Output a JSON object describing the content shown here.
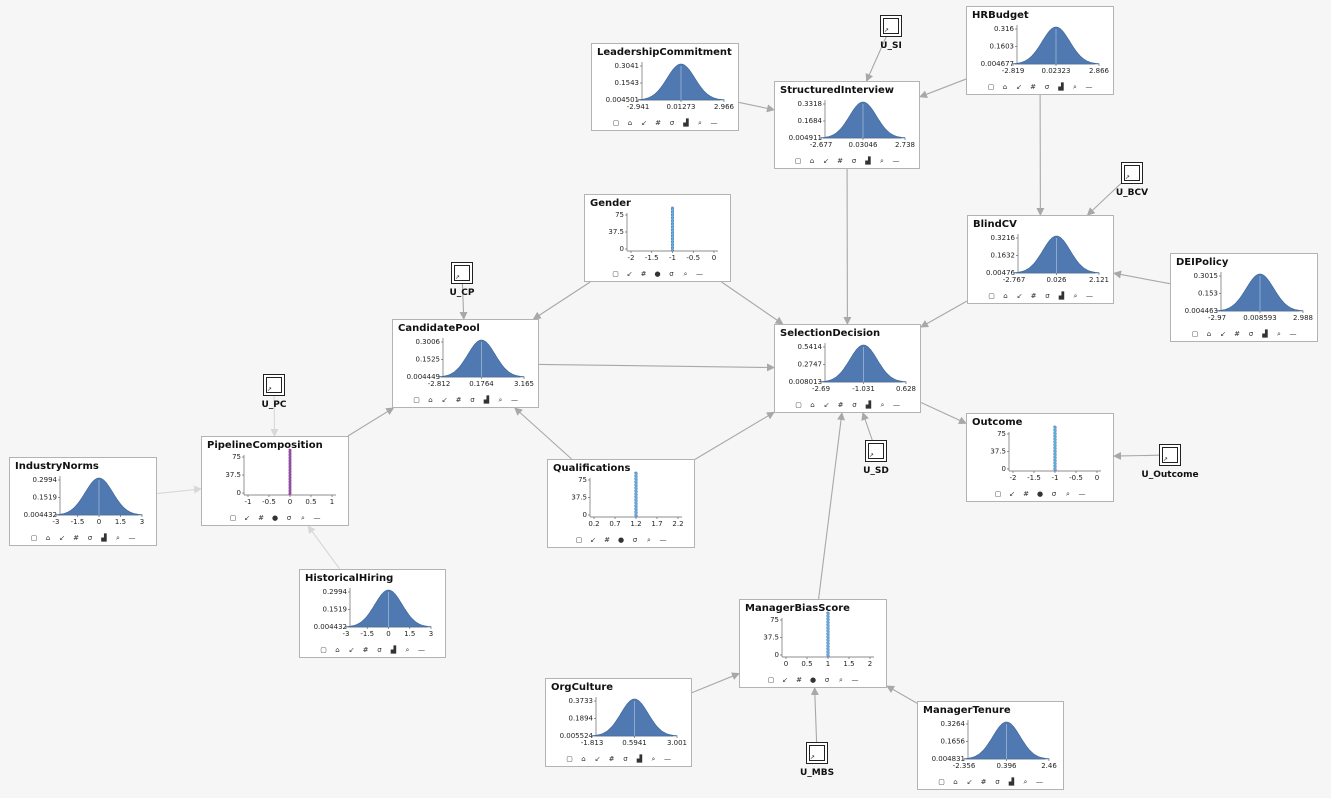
{
  "colors": {
    "density_fill": "#4f79b0",
    "density_line": "#3d6497",
    "spike_fill": "#5fb0d6",
    "spike_edge": "#4a4fb0",
    "edge": "#a8a8a8",
    "edge_faint": "#d8d8d8"
  },
  "toolbar_icons_density": [
    "square-icon",
    "card-icon",
    "arrow-icon",
    "hash-icon",
    "sigma-icon",
    "bars-icon",
    "magnifier-icon",
    "dash-icon"
  ],
  "toolbar_icons_point": [
    "square-icon",
    "arrow-icon",
    "hash-icon",
    "dot-icon",
    "sigma-icon",
    "magnifier-icon",
    "dash-icon"
  ],
  "toolbar_glyphs": {
    "square-icon": "▢",
    "card-icon": "⌂",
    "arrow-icon": "↙",
    "hash-icon": "#",
    "sigma-icon": "σ",
    "bars-icon": "▟",
    "magnifier-icon": "⌕",
    "dash-icon": "—",
    "dot-icon": "●"
  },
  "nodes": [
    {
      "id": "leadership-commitment",
      "title": "LeadershipCommitment",
      "chart_data": {
        "type": "area",
        "shape": "normal",
        "y_ticks": [
          "0.3041",
          "0.1543",
          "0.004501"
        ],
        "x_ticks": [
          "-2.941",
          "0.01273",
          "2.966"
        ]
      }
    },
    {
      "id": "hr-budget",
      "title": "HRBudget",
      "chart_data": {
        "type": "area",
        "shape": "normal",
        "y_ticks": [
          "0.316",
          "0.1603",
          "0.004677"
        ],
        "x_ticks": [
          "-2.819",
          "0.02323",
          "2.866"
        ]
      }
    },
    {
      "id": "structured-interview",
      "title": "StructuredInterview",
      "chart_data": {
        "type": "area",
        "shape": "normal",
        "y_ticks": [
          "0.3318",
          "0.1684",
          "0.004911"
        ],
        "x_ticks": [
          "-2.677",
          "0.03046",
          "2.738"
        ]
      }
    },
    {
      "id": "gender",
      "title": "Gender",
      "chart_data": {
        "type": "bar",
        "y_ticks": [
          "75",
          "37.5",
          "0"
        ],
        "x_ticks": [
          "-2",
          "-1.5",
          "-1",
          "-0.5",
          "0"
        ],
        "spike_x": -1
      }
    },
    {
      "id": "blind-cv",
      "title": "BlindCV",
      "chart_data": {
        "type": "area",
        "shape": "normal",
        "y_ticks": [
          "0.3216",
          "0.1632",
          "0.00476"
        ],
        "x_ticks": [
          "-2.767",
          "0.026",
          "2.121"
        ]
      }
    },
    {
      "id": "dei-policy",
      "title": "DEIPolicy",
      "chart_data": {
        "type": "area",
        "shape": "normal",
        "y_ticks": [
          "0.3015",
          "0.153",
          "0.004463"
        ],
        "x_ticks": [
          "-2.97",
          "0.008593",
          "2.988"
        ]
      }
    },
    {
      "id": "candidate-pool",
      "title": "CandidatePool",
      "chart_data": {
        "type": "area",
        "shape": "normal",
        "y_ticks": [
          "0.3006",
          "0.1525",
          "0.004449"
        ],
        "x_ticks": [
          "-2.812",
          "0.1764",
          "3.165"
        ]
      }
    },
    {
      "id": "selection-decision",
      "title": "SelectionDecision",
      "chart_data": {
        "type": "area",
        "shape": "normal",
        "y_ticks": [
          "0.5414",
          "0.2747",
          "0.008013"
        ],
        "x_ticks": [
          "-2.69",
          "-1.031",
          "0.628"
        ]
      }
    },
    {
      "id": "pipeline-composition",
      "title": "PipelineComposition",
      "chart_data": {
        "type": "bar",
        "y_ticks": [
          "75",
          "37.5",
          "0"
        ],
        "x_ticks": [
          "-1",
          "-0.5",
          "0",
          "0.5",
          "1"
        ],
        "spike_x": 0,
        "spike_color": "purple"
      }
    },
    {
      "id": "industry-norms",
      "title": "IndustryNorms",
      "chart_data": {
        "type": "area",
        "shape": "normal",
        "y_ticks": [
          "0.2994",
          "0.1519",
          "0.004432"
        ],
        "x_ticks": [
          "-3",
          "-1.5",
          "0",
          "1.5",
          "3"
        ]
      }
    },
    {
      "id": "qualifications",
      "title": "Qualifications",
      "chart_data": {
        "type": "bar",
        "y_ticks": [
          "75",
          "37.5",
          "0"
        ],
        "x_ticks": [
          "0.2",
          "0.7",
          "1.2",
          "1.7",
          "2.2"
        ],
        "spike_x": 1.2
      }
    },
    {
      "id": "outcome",
      "title": "Outcome",
      "chart_data": {
        "type": "bar",
        "y_ticks": [
          "75",
          "37.5",
          "0"
        ],
        "x_ticks": [
          "-2",
          "-1.5",
          "-1",
          "-0.5",
          "0"
        ],
        "spike_x": -1
      }
    },
    {
      "id": "historical-hiring",
      "title": "HistoricalHiring",
      "chart_data": {
        "type": "area",
        "shape": "normal",
        "y_ticks": [
          "0.2994",
          "0.1519",
          "0.004432"
        ],
        "x_ticks": [
          "-3",
          "-1.5",
          "0",
          "1.5",
          "3"
        ]
      }
    },
    {
      "id": "manager-bias-score",
      "title": "ManagerBiasScore",
      "chart_data": {
        "type": "bar",
        "y_ticks": [
          "75",
          "37.5",
          "0"
        ],
        "x_ticks": [
          "0",
          "0.5",
          "1",
          "1.5",
          "2"
        ],
        "spike_x": 1
      }
    },
    {
      "id": "org-culture",
      "title": "OrgCulture",
      "chart_data": {
        "type": "area",
        "shape": "normal",
        "y_ticks": [
          "0.3733",
          "0.1894",
          "0.005524"
        ],
        "x_ticks": [
          "-1.813",
          "0.5941",
          "3.001"
        ]
      }
    },
    {
      "id": "manager-tenure",
      "title": "ManagerTenure",
      "chart_data": {
        "type": "area",
        "shape": "normal",
        "y_ticks": [
          "0.3264",
          "0.1656",
          "0.004831"
        ],
        "x_ticks": [
          "-2.356",
          "0.396",
          "2.46"
        ]
      }
    }
  ],
  "unobserved": [
    {
      "id": "u-si",
      "label": "U_SI"
    },
    {
      "id": "u-bcv",
      "label": "U_BCV"
    },
    {
      "id": "u-cp",
      "label": "U_CP"
    },
    {
      "id": "u-pc",
      "label": "U_PC"
    },
    {
      "id": "u-sd",
      "label": "U_SD"
    },
    {
      "id": "u-outcome",
      "label": "U_Outcome"
    },
    {
      "id": "u-mbs",
      "label": "U_MBS"
    }
  ],
  "edges": [
    {
      "from": "leadership-commitment",
      "to": "structured-interview"
    },
    {
      "from": "hr-budget",
      "to": "structured-interview"
    },
    {
      "from": "hr-budget",
      "to": "blind-cv"
    },
    {
      "from": "u-si",
      "to": "structured-interview"
    },
    {
      "from": "u-bcv",
      "to": "blind-cv"
    },
    {
      "from": "structured-interview",
      "to": "selection-decision"
    },
    {
      "from": "blind-cv",
      "to": "selection-decision"
    },
    {
      "from": "dei-policy",
      "to": "blind-cv"
    },
    {
      "from": "gender",
      "to": "candidate-pool"
    },
    {
      "from": "gender",
      "to": "selection-decision"
    },
    {
      "from": "u-cp",
      "to": "candidate-pool"
    },
    {
      "from": "candidate-pool",
      "to": "selection-decision"
    },
    {
      "from": "pipeline-composition",
      "to": "candidate-pool"
    },
    {
      "from": "u-pc",
      "to": "pipeline-composition",
      "faint": true
    },
    {
      "from": "industry-norms",
      "to": "pipeline-composition",
      "faint": true
    },
    {
      "from": "historical-hiring",
      "to": "pipeline-composition",
      "faint": true
    },
    {
      "from": "qualifications",
      "to": "candidate-pool"
    },
    {
      "from": "qualifications",
      "to": "selection-decision"
    },
    {
      "from": "u-sd",
      "to": "selection-decision"
    },
    {
      "from": "selection-decision",
      "to": "outcome"
    },
    {
      "from": "u-outcome",
      "to": "outcome"
    },
    {
      "from": "manager-bias-score",
      "to": "selection-decision"
    },
    {
      "from": "org-culture",
      "to": "manager-bias-score"
    },
    {
      "from": "manager-tenure",
      "to": "manager-bias-score"
    },
    {
      "from": "u-mbs",
      "to": "manager-bias-score"
    }
  ]
}
